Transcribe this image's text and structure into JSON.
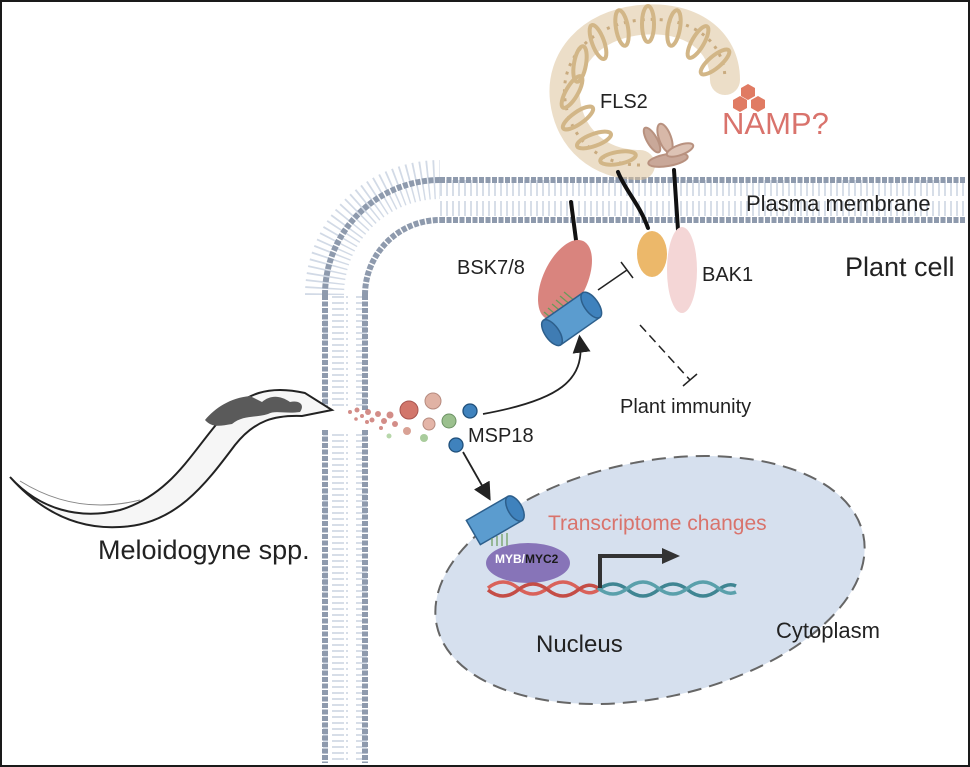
{
  "figure": {
    "type": "signaling pathway diagram",
    "labels": {
      "fls2": "FLS2",
      "namp": "NAMP?",
      "plasma_membrane": "Plasma membrane",
      "bsk": "BSK7/8",
      "bak1": "BAK1",
      "plant_cell": "Plant cell",
      "plant_immunity": "Plant immunity",
      "msp18": "MSP18",
      "transcriptome": "Transcriptome changes",
      "myb": "MYB/",
      "myc2": "MYC2",
      "nucleus": "Nucleus",
      "cytoplasm": "Cytoplasm",
      "nematode": "Meloidogyne spp."
    },
    "colors": {
      "membrane_head": "#8e9aad",
      "membrane_tail": "#cdd6e3",
      "fls2_ecto": "#dcc29a",
      "bak1_ecto": "#c9a899",
      "namp": "#e07b63",
      "namp_text": "#d9736c",
      "bsk": "#d9847e",
      "fls2_kinase": "#ecb86a",
      "bak1_kinase": "#f4d6d6",
      "msp18": "#3f82bd",
      "cylinder": "#5b9ccf",
      "myb_myc2": "#8774b8",
      "nucleus_fill": "#d6e0ee",
      "dna_red": "#d9625a",
      "dna_teal": "#3f8592",
      "nematode_fill": "#5a5a5a"
    },
    "relations": [
      {
        "from": "MSP18",
        "to": "BSK7/8",
        "type": "arrow"
      },
      {
        "from": "BSK7/8 complex",
        "to": "FLS2 kinase",
        "type": "inhibition"
      },
      {
        "from": "FLS2/BAK1",
        "to": "Plant immunity",
        "type": "dashed inhibition"
      },
      {
        "from": "MSP18",
        "to": "MYB/MYC2",
        "type": "arrow"
      },
      {
        "from": "MYB/MYC2",
        "to": "Transcriptome changes",
        "type": "transcription"
      }
    ]
  }
}
